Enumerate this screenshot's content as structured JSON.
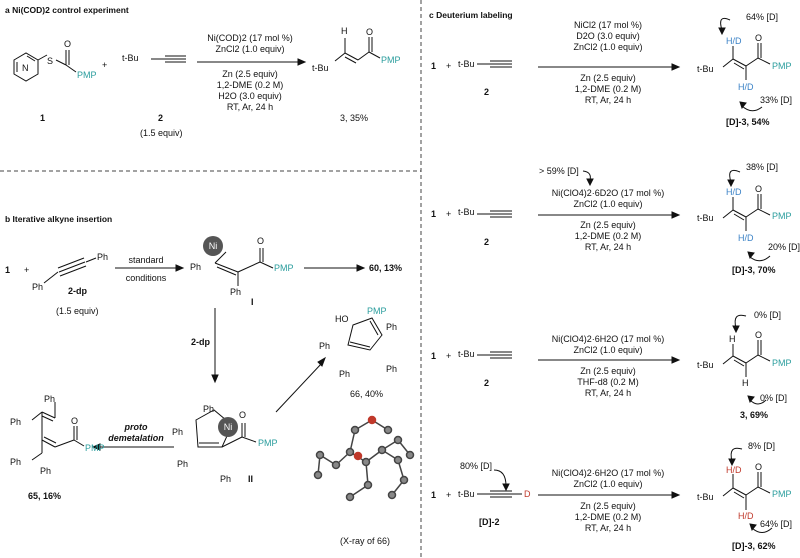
{
  "panel_a": {
    "title": "a Ni(COD)2 control experiment",
    "reactant1_label": "1",
    "reactant1_pmp": "PMP",
    "plus": "+",
    "reactant2_tbu": "t-Bu",
    "reactant2_label": "2",
    "reactant2_equiv": "(1.5 equiv)",
    "conditions_above": [
      "Ni(COD)2 (17 mol %)",
      "ZnCl2 (1.0 equiv)"
    ],
    "conditions_below": [
      "Zn (2.5 equiv)",
      "1,2-DME (0.2 M)",
      "H2O (3.0 equiv)",
      "RT, Ar, 24 h"
    ],
    "product_tbu": "t-Bu",
    "product_h": "H",
    "product_pmp": "PMP",
    "product_label": "3, 35%"
  },
  "panel_b": {
    "title": "b Iterative alkyne insertion",
    "start": "1",
    "plus": "+",
    "alkyne_ph_top": "Ph",
    "alkyne_ph_bottom": "Ph",
    "alkyne_label": "2-dp",
    "alkyne_equiv": "(1.5 equiv)",
    "arrow_above": "standard",
    "arrow_below": "conditions",
    "int1_metal": "Ni",
    "int1_ph1": "Ph",
    "int1_ph2": "Ph",
    "int1_pmp": "PMP",
    "int1_label": "I",
    "product60": "60, 13%",
    "down_arrow_label": "2-dp",
    "int2_metal": "Ni",
    "int2_ph": [
      "Ph",
      "Ph",
      "Ph",
      "Ph"
    ],
    "int2_pmp": "PMP",
    "int2_label": "II",
    "proto_label": [
      "proto",
      "demetalation"
    ],
    "product65_ph": [
      "Ph",
      "Ph",
      "Ph",
      "Ph"
    ],
    "product65_pmp": "PMP",
    "product65_label": "65, 16%",
    "product66_ho": "HO",
    "product66_pmp": "PMP",
    "product66_ph": [
      "Ph",
      "Ph",
      "Ph",
      "Ph"
    ],
    "product66_label": "66, 40%",
    "xray_caption": "(X-ray of 66)"
  },
  "panel_c": {
    "title": "c Deuterium labeling",
    "rows": [
      {
        "start": "1",
        "plus": "+",
        "tbu": "t-Bu",
        "alkyne_label": "2",
        "pre_note": "",
        "conditions_above": [
          "NiCl2 (17 mol %)",
          "D2O (3.0 equiv)",
          "ZnCl2 (1.0 equiv)"
        ],
        "conditions_below": [
          "Zn (2.5 equiv)",
          "1,2-DME (0.2 M)",
          "RT, Ar, 24 h"
        ],
        "top_percent": "64% [D]",
        "bottom_percent": "33% [D]",
        "top_h": "H/D",
        "bottom_h": "H/D",
        "product_tbu": "t-Bu",
        "product_pmp": "PMP",
        "product_label": "[D]-3, 54%"
      },
      {
        "start": "1",
        "plus": "+",
        "tbu": "t-Bu",
        "alkyne_label": "2",
        "pre_note": "> 59% [D]",
        "conditions_above": [
          "Ni(ClO4)2·6D2O (17 mol %)",
          "ZnCl2 (1.0 equiv)"
        ],
        "conditions_below": [
          "Zn (2.5 equiv)",
          "1,2-DME (0.2 M)",
          "RT, Ar, 24 h"
        ],
        "top_percent": "38% [D]",
        "bottom_percent": "20% [D]",
        "top_h": "H/D",
        "bottom_h": "H/D",
        "product_tbu": "t-Bu",
        "product_pmp": "PMP",
        "product_label": "[D]-3, 70%"
      },
      {
        "start": "1",
        "plus": "+",
        "tbu": "t-Bu",
        "alkyne_label": "2",
        "pre_note": "",
        "conditions_above": [
          "Ni(ClO4)2·6H2O (17 mol %)",
          "ZnCl2 (1.0 equiv)"
        ],
        "conditions_below": [
          "Zn (2.5 equiv)",
          "THF-d8 (0.2 M)",
          "RT, Ar, 24 h"
        ],
        "top_percent": "0% [D]",
        "bottom_percent": "0% [D]",
        "top_h": "H",
        "bottom_h": "H",
        "product_tbu": "t-Bu",
        "product_pmp": "PMP",
        "product_label": "3, 69%"
      },
      {
        "start": "1",
        "plus": "+",
        "tbu": "t-Bu",
        "alkyne_label": "[D]-2",
        "alkyne_d": "D",
        "pre_note": "80% [D]",
        "conditions_above": [
          "Ni(ClO4)2·6H2O (17 mol %)",
          "ZnCl2 (1.0 equiv)"
        ],
        "conditions_below": [
          "Zn (2.5 equiv)",
          "1,2-DME (0.2 M)",
          "RT, Ar, 24 h"
        ],
        "top_percent": "8% [D]",
        "bottom_percent": "64% [D]",
        "top_h": "H/D",
        "bottom_h": "H/D",
        "product_tbu": "t-Bu",
        "product_pmp": "PMP",
        "product_label": "[D]-3, 62%"
      }
    ]
  },
  "colors": {
    "teal": "#2a9d9d",
    "red": "#c0392b",
    "blue": "#3b82c6",
    "ni_sphere": "#555555"
  }
}
